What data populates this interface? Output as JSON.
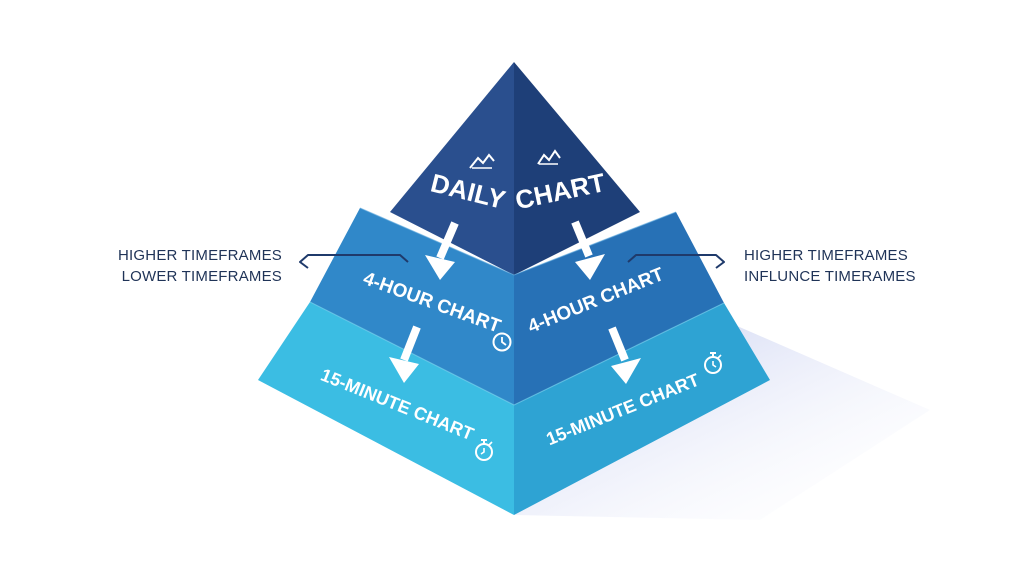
{
  "pyramid": {
    "top_left_label": "DAILY",
    "top_right_label": "CHART",
    "middle_left_label": "4-HOUR CHART",
    "middle_right_label": "4-HOUR CHART",
    "bottom_left_label": "15-MINUTE CHART",
    "bottom_right_label": "15-MINUTE CHART"
  },
  "left_callout": {
    "line1": "HIGHER TIMEFRAMES",
    "line2": "LOWER TIMEFRAMES"
  },
  "right_callout": {
    "line1": "HIGHER TIMEFRAMES",
    "line2": "INFLUNCE TIMERAMES"
  },
  "icons": {
    "top_left": "mountain-chart-icon",
    "top_right": "mountain-chart-icon",
    "middle_left": "clock-icon",
    "right_upper": "stopwatch-icon",
    "bottom_left": "stopwatch-icon"
  },
  "colors": {
    "tier_top_left": "#2a4f8e",
    "tier_top_right": "#1e3f78",
    "tier_mid_left": "#3088c9",
    "tier_mid_right": "#2771b6",
    "tier_bottom_left": "#3bbde3",
    "tier_bottom_right": "#2ea3d3",
    "text": "#1f3357"
  }
}
